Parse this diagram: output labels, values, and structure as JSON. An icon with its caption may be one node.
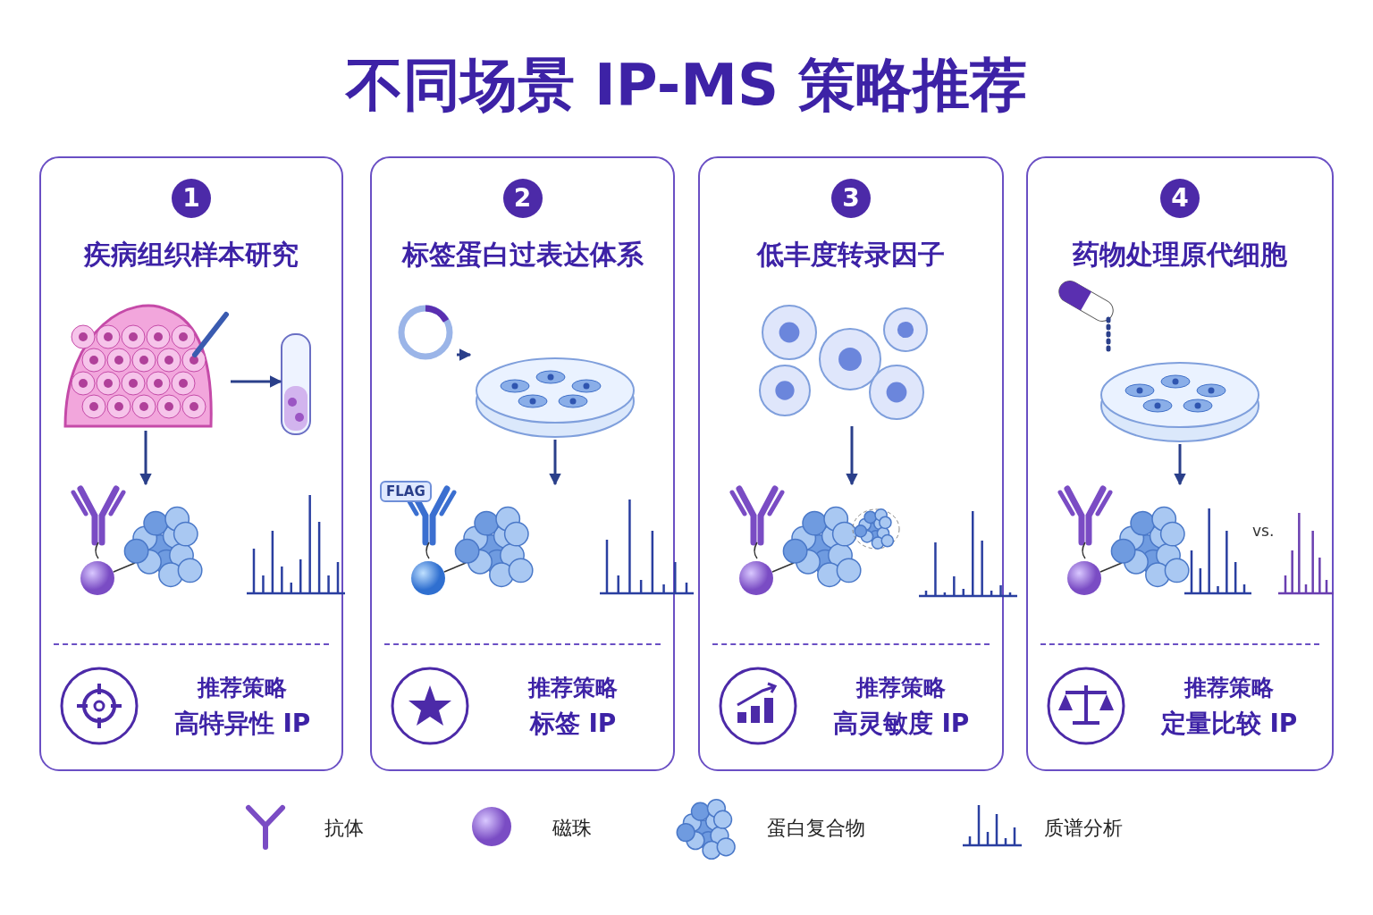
{
  "diagram": {
    "title": "不同场景 IP-MS 策略推荐",
    "nodes": [
      {
        "text": [
          "疾病组织样本研究"
        ]
      },
      {
        "text": [
          "1"
        ],
        "in": 0
      },
      {
        "text": [],
        "shape": "picture",
        "in": 0
      },
      {
        "text": [],
        "shape": "picture",
        "in": 0
      },
      {
        "text": [],
        "shape": "picture",
        "in": 0
      },
      {
        "text": [
          "推荐策略",
          "高特异性 IP"
        ],
        "in": 0
      },
      {
        "text": [
          "标签蛋白过表达体系"
        ]
      },
      {
        "text": [
          "2"
        ],
        "in": 6
      },
      {
        "text": [],
        "shape": "picture",
        "in": 6
      },
      {
        "text": [],
        "shape": "picture",
        "in": 6
      },
      {
        "text": [],
        "shape": "picture",
        "in": 6
      },
      {
        "text": [
          "推荐策略",
          "标签 IP"
        ],
        "in": 6
      },
      {
        "text": [
          "低丰度转录因子"
        ]
      },
      {
        "text": [
          "3"
        ],
        "in": 12
      },
      {
        "text": [],
        "shape": "picture",
        "in": 12
      },
      {
        "text": [],
        "shape": "picture",
        "in": 12
      },
      {
        "text": [
          "推荐策略",
          "高灵敏度 IP"
        ],
        "in": 12
      },
      {
        "text": [
          "药物处理原代细胞"
        ]
      },
      {
        "text": [
          "4"
        ],
        "in": 17
      },
      {
        "text": [],
        "shape": "picture",
        "in": 17
      },
      {
        "text": [],
        "shape": "picture",
        "in": 17
      },
      {
        "text": [],
        "shape": "picture",
        "in": 17
      },
      {
        "text": [
          "推荐策略",
          "定量比较 IP"
        ],
        "in": 17
      }
    ],
    "edges": [
      {
        "from": 2,
        "to": 3,
        "arrow": "to"
      },
      {
        "from": 2,
        "to": 4,
        "arrow": "to"
      },
      {
        "from": 8,
        "to": 9,
        "arrow": "to"
      },
      {
        "from": 9,
        "to": 10,
        "arrow": "to"
      },
      {
        "from": 14,
        "to": 15,
        "arrow": "to"
      },
      {
        "from": 19,
        "to": 20,
        "arrow": "none",
        "style": "dashed"
      },
      {
        "from": 20,
        "to": 21,
        "arrow": "to"
      }
    ],
    "labels": [
      "FLAG",
      "vs."
    ],
    "legend": [
      {
        "text": "抗体"
      },
      {
        "text": "磁珠"
      },
      {
        "text": "蛋白复合物"
      },
      {
        "text": "质谱分析"
      }
    ]
  }
}
